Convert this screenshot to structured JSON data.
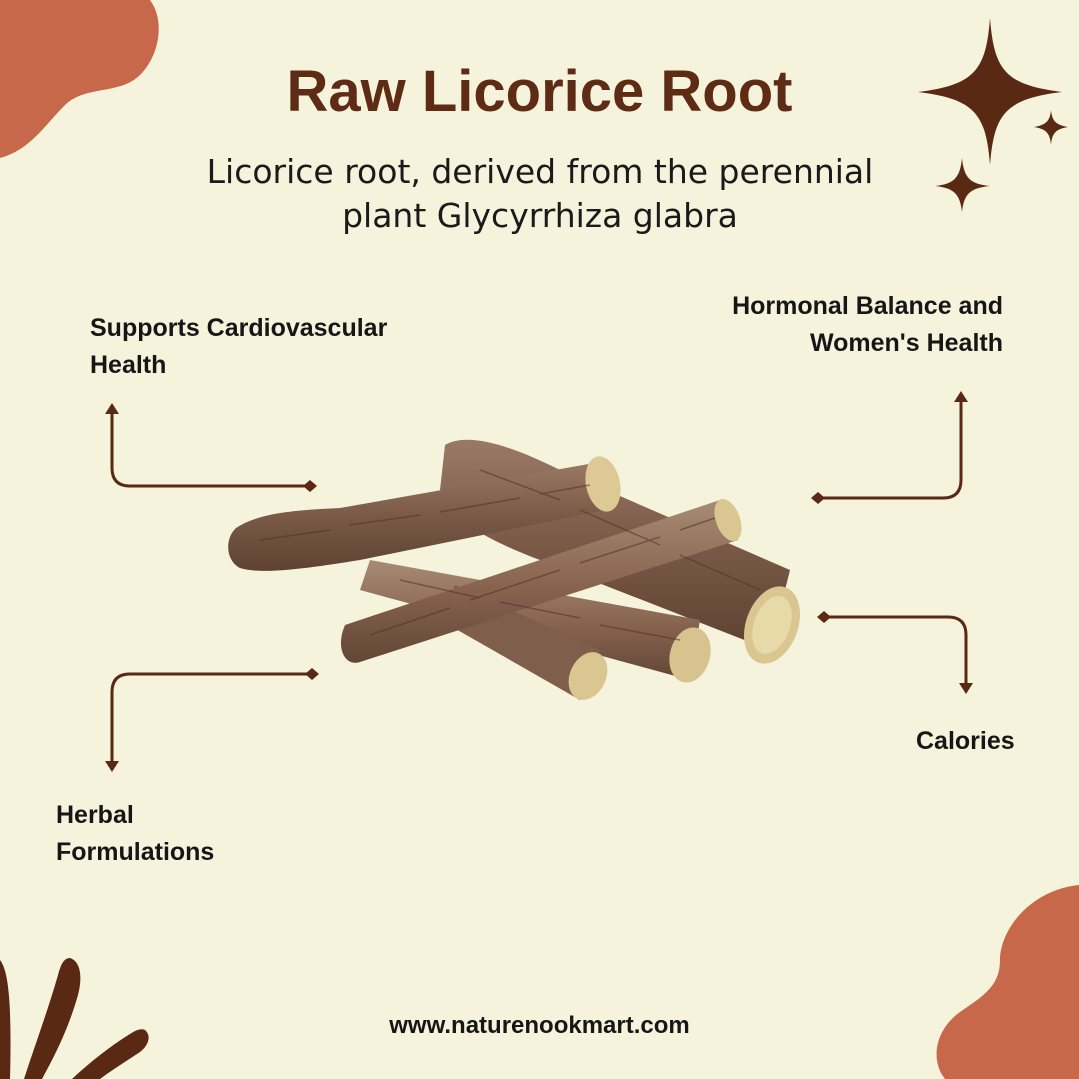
{
  "title": "Raw Licorice Root",
  "subtitle": "Licorice root, derived from the perennial plant Glycyrrhiza glabra",
  "benefits": {
    "top_left": "Supports Cardiovascular Health",
    "top_right": "Hormonal Balance and Women's Health",
    "bottom_right": "Calories",
    "bottom_left": "Herbal Formulations"
  },
  "footer_url": "www.naturenookmart.com",
  "colors": {
    "background": "#f6f3dd",
    "title": "#5e2b15",
    "blob": "#c8684a",
    "accent": "#5a2914"
  },
  "icons": [
    "sparkle-icon",
    "arrow-icon",
    "licorice-root-image"
  ]
}
